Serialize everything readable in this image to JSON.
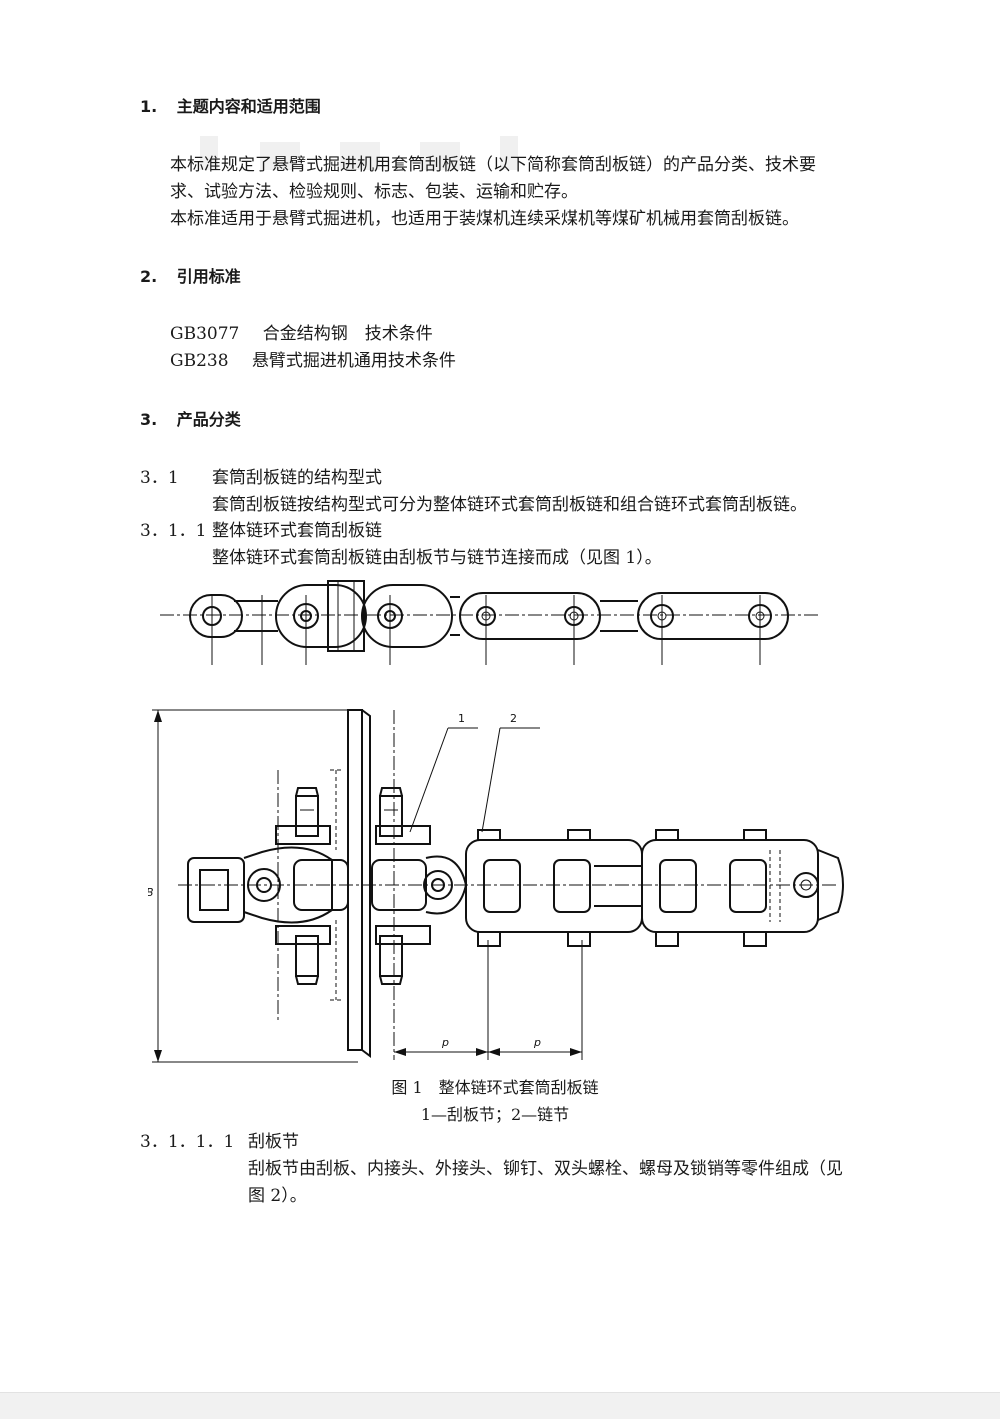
{
  "sections": {
    "s1_num": "1.",
    "s1_title": "主题内容和适用范围",
    "s1_p1_l1": "本标准规定了悬臂式掘进机用套筒刮板链（以下简称套筒刮板链）的产品分类、技术要",
    "s1_p1_l2": "求、试验方法、检验规则、标志、包装、运输和贮存。",
    "s1_p2": "本标准适用于悬臂式掘进机，也适用于装煤机连续采煤机等煤矿机械用套筒刮板链。",
    "s2_num": "2.",
    "s2_title": "引用标准",
    "ref1_code": "GB3077",
    "ref1_text": "合金结构钢　技术条件",
    "ref2_code": "GB238",
    "ref2_text": "悬臂式掘进机通用技术条件",
    "s3_num": "3.",
    "s3_title": "产品分类",
    "s31_num": "3．1",
    "s31_title": "套筒刮板链的结构型式",
    "s31_text": "套筒刮板链按结构型式可分为整体链环式套筒刮板链和组合链环式套筒刮板链。",
    "s311_num": "3．1．1",
    "s311_title": "整体链环式套筒刮板链",
    "s311_text": "整体链环式套筒刮板链由刮板节与链节连接而成（见图 1）。",
    "s3111_num": "3．1．1．1",
    "s3111_title": "刮板节",
    "s3111_text_l1": "刮板节由刮板、内接头、外接头、铆钉、双头螺栓、螺母及锁销等零件组成（见",
    "s3111_text_l2": "图 2）。"
  },
  "figure": {
    "caption": "图 1　整体链环式套筒刮板链",
    "legend": "1—刮板节；2—链节",
    "label_1": "1",
    "label_2": "2",
    "label_B": "B",
    "label_p1": "p",
    "label_p2": "p"
  }
}
